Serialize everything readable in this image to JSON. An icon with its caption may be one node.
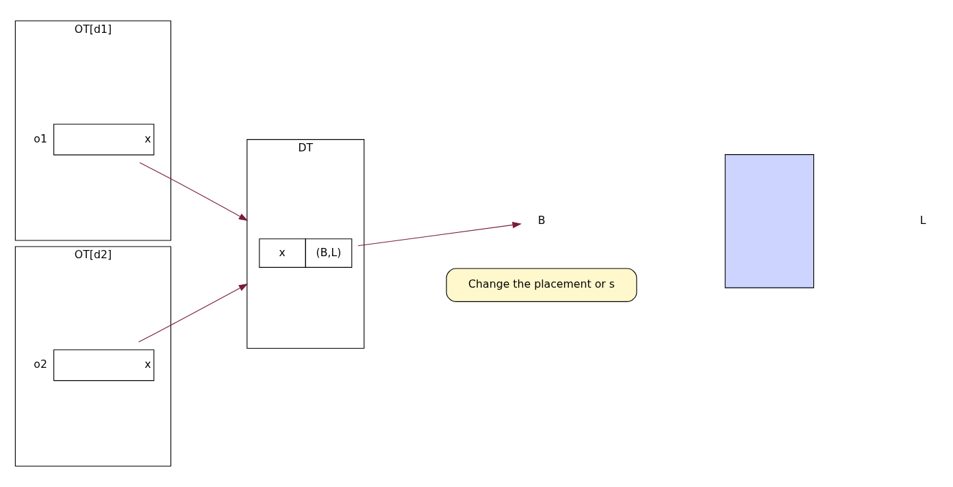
{
  "diagram": {
    "nodes": [
      {
        "text": [
          "OT[d1]"
        ]
      },
      {
        "text": [
          "x"
        ],
        "in": 0,
        "beside": [
          "o1"
        ]
      },
      {
        "text": [
          "OT[d2]"
        ]
      },
      {
        "text": [
          "x"
        ],
        "in": 2,
        "beside": [
          "o2"
        ]
      },
      {
        "text": [
          "DT"
        ]
      },
      {
        "text": [
          "x",
          "(B,L)"
        ],
        "in": 4
      },
      {
        "text": [
          "B"
        ]
      },
      {
        "text": [],
        "shape": "box"
      },
      {
        "text": [
          "Change the placement or s"
        ]
      }
    ],
    "edges": [
      {
        "from": 1,
        "to": 4,
        "arrow": "to"
      },
      {
        "from": 3,
        "to": 4,
        "arrow": "to"
      },
      {
        "from": 5,
        "to": 6,
        "arrow": "to"
      }
    ],
    "labels": [
      "L"
    ]
  }
}
